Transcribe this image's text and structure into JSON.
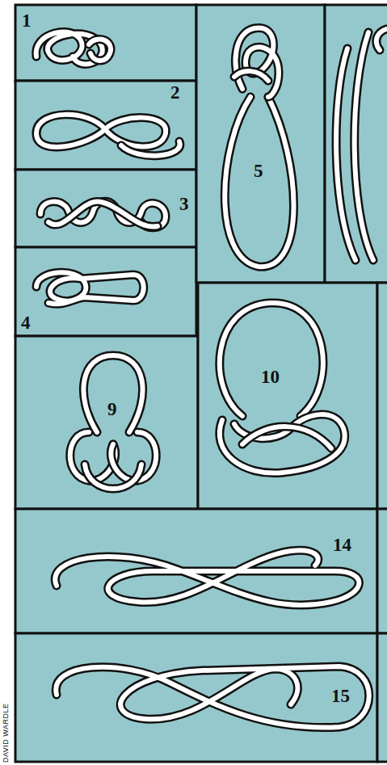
{
  "diagram": {
    "labels": [
      "1",
      "2",
      "3",
      "4",
      "5",
      "9",
      "10",
      "14",
      "15",
      "DAVID WARDLE"
    ]
  }
}
